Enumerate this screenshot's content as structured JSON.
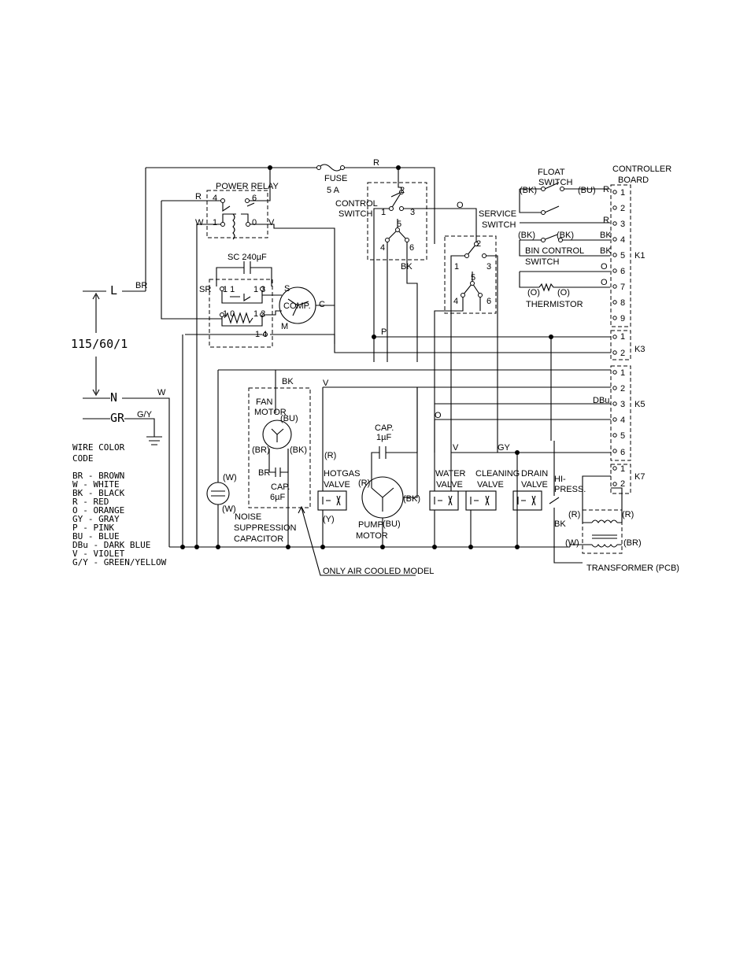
{
  "supply": {
    "voltage": "115/60/1",
    "line": "L",
    "neutral": "N",
    "ground": "GR"
  },
  "wire_labels": {
    "br_top": "BR",
    "r_top": "R",
    "w_neutral": "W",
    "gy_ground": "G/Y",
    "bk_fan": "BK",
    "v_fan": "V",
    "o_switch": "O",
    "bk_ctrl": "BK",
    "p": "P",
    "o_k5": "O",
    "v_k5": "V",
    "gy_k5": "GY",
    "dbu_k5": "DBu",
    "bk_hipress": "BK",
    "r_relay": "R",
    "w_relay": "W",
    "v_relay": "V",
    "r_float": "R",
    "br_fancap": "BR"
  },
  "components": {
    "fuse": "FUSE",
    "fuse_rating": "5 A",
    "power_relay": "POWER RELAY",
    "start_cap": "SC 240µF",
    "comp": "COMP.",
    "control_switch": [
      "CONTROL",
      "SWITCH"
    ],
    "service_switch": [
      "SERVICE",
      "SWITCH"
    ],
    "float_switch": [
      "FLOAT",
      "SWITCH"
    ],
    "bin_control_switch": [
      "BIN CONTROL",
      "SWITCH"
    ],
    "thermistor": "THERMISTOR",
    "controller_board": [
      "CONTROLLER",
      "BOARD"
    ],
    "fan_motor": [
      "FAN",
      "MOTOR"
    ],
    "fan_cap": [
      "CAP.",
      "6µF"
    ],
    "pump_cap": [
      "CAP.",
      "1µF"
    ],
    "pump_motor": [
      "PUMP",
      "MOTOR"
    ],
    "hotgas_valve": [
      "HOTGAS",
      "VALVE"
    ],
    "water_valve": [
      "WATER",
      "VALVE"
    ],
    "cleaning_valve": [
      "CLEANING",
      "VALVE"
    ],
    "drain_valve": [
      "DRAIN",
      "VALVE"
    ],
    "hi_press": [
      "HI-",
      "PRESS."
    ],
    "noise_cap": [
      "NOISE",
      "SUPPRESSION",
      "CAPACITOR"
    ],
    "transformer": "TRANSFORMER (PCB)",
    "air_cooled_note": "ONLY AIR COOLED MODEL"
  },
  "connectors": {
    "k1": "K1",
    "k3": "K3",
    "k5": "K5",
    "k7": "K7"
  },
  "pin_labels": {
    "k1": [
      "1",
      "2",
      "3",
      "4",
      "5",
      "6",
      "7",
      "8",
      "9"
    ],
    "k3": [
      "1",
      "2"
    ],
    "k5": [
      "1",
      "2",
      "3",
      "4",
      "5",
      "6"
    ],
    "k7": [
      "1",
      "2"
    ],
    "relay": [
      "4",
      "6",
      "1",
      "0"
    ],
    "sr": [
      "1 1",
      "1 3",
      "1 0",
      "1 2",
      "1 4"
    ],
    "comp": [
      "S",
      "C",
      "M"
    ],
    "ctrl_switch": [
      "2",
      "1",
      "3",
      "5",
      "4",
      "6"
    ],
    "serv_switch": [
      "2",
      "1",
      "3",
      "5",
      "4",
      "6"
    ],
    "sr_label": "SR"
  },
  "wire_tags": {
    "float_bk": "(BK)",
    "float_bu": "(BU)",
    "bin_bk1": "(BK)",
    "bin_bk2": "(BK)",
    "bin_bk3": "BK",
    "k1_r3": "R",
    "k1_bk5": "BK",
    "k1_o6": "O",
    "k1_o7": "O",
    "therm_o1": "(O)",
    "therm_o2": "(O)",
    "fan_bu": "(BU)",
    "fan_br": "(BR)",
    "fan_bk": "(BK)",
    "noise_w1": "(W)",
    "noise_w2": "(W)",
    "hotgas_r": "(R)",
    "hotgas_y": "(Y)",
    "pump_r": "(R)",
    "pump_bk": "(BK)",
    "pump_bu": "(BU)",
    "trans_r1": "(R)",
    "trans_r2": "(R)",
    "trans_w": "(W)",
    "trans_br": "(BR)"
  },
  "legend": {
    "title": [
      "WIRE COLOR",
      "CODE"
    ],
    "items": [
      "BR  - BROWN",
      "W   - WHITE",
      "BK  - BLACK",
      "R   - RED",
      "O   - ORANGE",
      "GY  - GRAY",
      "P   - PINK",
      "BU  - BLUE",
      "DBu - DARK BLUE",
      "V   - VIOLET",
      "G/Y - GREEN/YELLOW"
    ]
  }
}
